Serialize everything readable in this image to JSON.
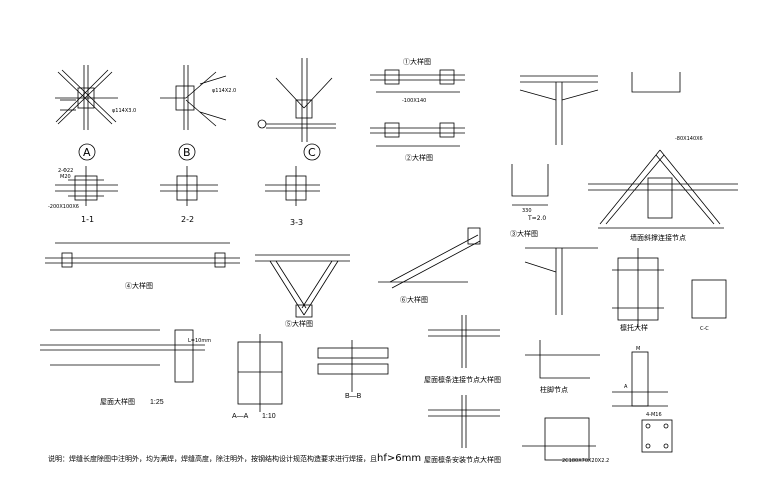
{
  "drawing": {
    "circle_labels": [
      "A",
      "B",
      "C"
    ],
    "section_labels": [
      "1-1",
      "2-2",
      "3-3"
    ],
    "dims": {
      "d1": "2-Φ22",
      "d2": "M20",
      "d3": "-200X100X6",
      "d4": "φ114X3.0",
      "d5": "φ114X2.0",
      "d6": "-100X140",
      "d7": "T=2.0",
      "d8": "330",
      "d9": "L=10mm",
      "d10": "2C180X70X20X2.2",
      "d11": "M",
      "d12": "A",
      "d13": "C-C",
      "d14": "4-M16",
      "d15": "-80X140X6"
    },
    "captions": {
      "c1": "①大样图",
      "c2": "②大样图",
      "c3": "③大样图",
      "c4": "④大样图",
      "c5": "⑤大样图",
      "c6": "⑥大样图",
      "c7": "墙面斜撑连接节点",
      "c8": "屋面大样图",
      "c9": "1:25",
      "c10": "A—A",
      "c11": "1:10",
      "c12": "B—B",
      "c13": "屋面檩条连接节点大样图",
      "c14": "屋面檩条安装节点大样图",
      "c15": "檩托大样",
      "c16": "柱脚节点"
    },
    "note": {
      "text": "说明：焊缝长度除图中注明外，均为满焊，焊缝高度，除注明外，按钢结构设计规范构造要求进行焊接，且",
      "weld": "hf>6mm"
    }
  }
}
